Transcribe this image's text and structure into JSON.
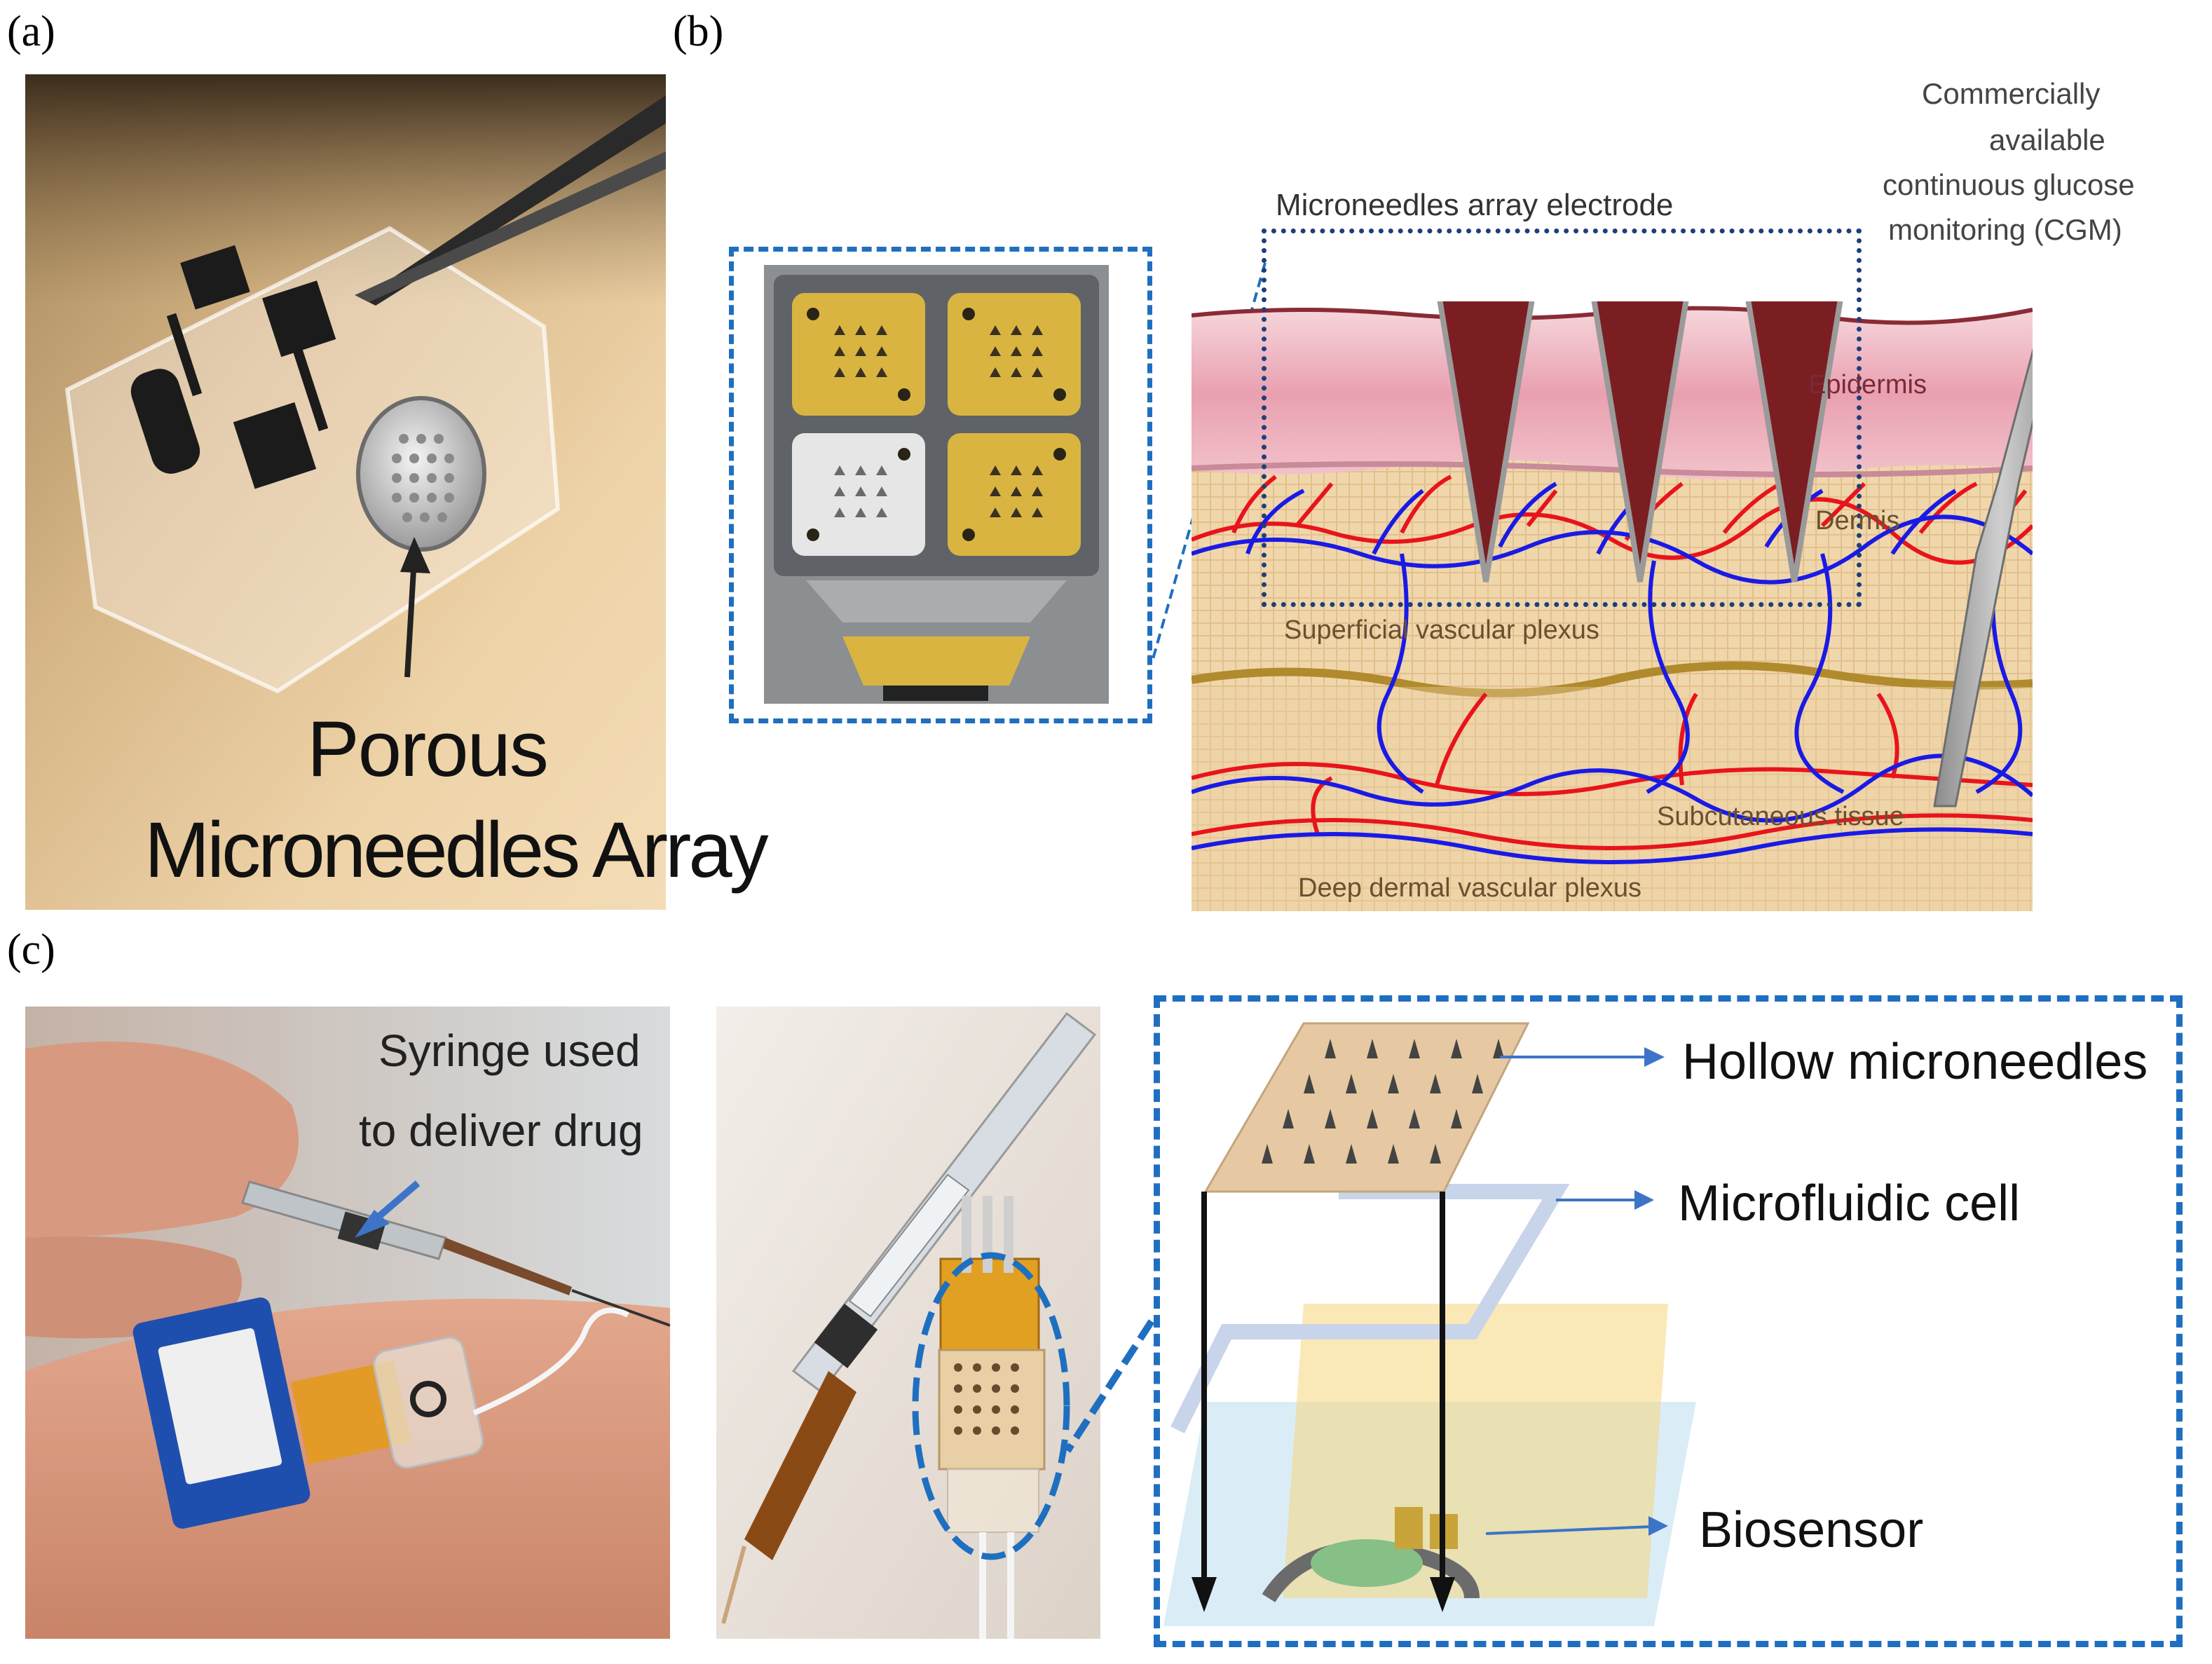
{
  "panels": {
    "a": {
      "label": "(a)",
      "caption_line1": "Porous",
      "caption_line2": "Microneedles Array"
    },
    "b": {
      "label": "(b)",
      "electrode": "Microneedles array electrode",
      "cgm_lines": [
        "Commercially",
        "available",
        "continuous glucose",
        "monitoring (CGM)"
      ],
      "layers": {
        "epidermis": "Epidermis",
        "dermis": "Dermis",
        "superficial": "Superficial vascular plexus",
        "subcutaneous": "Subcutaneous tissue",
        "deep": "Deep dermal vascular plexus"
      }
    },
    "c": {
      "label": "(c)",
      "syringe_line1": "Syringe used",
      "syringe_line2": "to deliver drug",
      "hollow": "Hollow microneedles",
      "microfluidic": "Microfluidic cell",
      "biosensor": "Biosensor"
    }
  },
  "colors": {
    "accent_blue": "#1f6fc0",
    "navy_dash": "#1e3f7a",
    "vessel_red": "#e8141c",
    "vessel_blue": "#1a1ae6",
    "skin": "#e9c89a",
    "epidermis": "#e8a6b4",
    "needle": "#7a1e22",
    "gold": "#d8b54a"
  }
}
